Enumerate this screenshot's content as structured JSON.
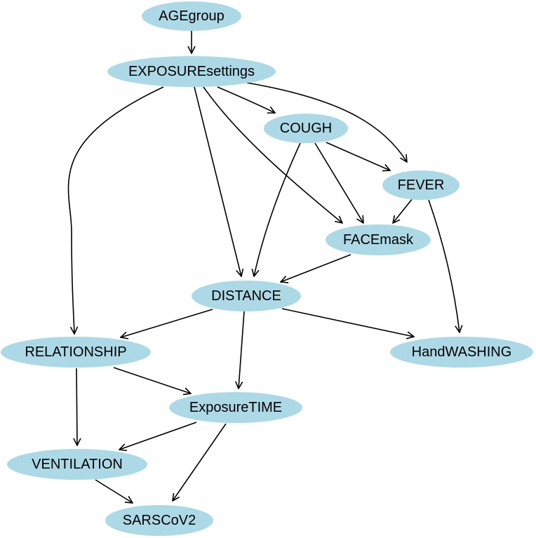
{
  "colors": {
    "node_fill": "#add8e6",
    "edge": "#000000",
    "background": "#ffffff"
  },
  "nodes": [
    {
      "id": "AGEgroup",
      "label": "AGEgroup"
    },
    {
      "id": "EXPOSUREsettings",
      "label": "EXPOSUREsettings"
    },
    {
      "id": "COUGH",
      "label": "COUGH"
    },
    {
      "id": "FEVER",
      "label": "FEVER"
    },
    {
      "id": "FACEmask",
      "label": "FACEmask"
    },
    {
      "id": "DISTANCE",
      "label": "DISTANCE"
    },
    {
      "id": "RELATIONSHIP",
      "label": "RELATIONSHIP"
    },
    {
      "id": "HandWASHING",
      "label": "HandWASHING"
    },
    {
      "id": "ExposureTIME",
      "label": "ExposureTIME"
    },
    {
      "id": "VENTILATION",
      "label": "VENTILATION"
    },
    {
      "id": "SARSCoV2",
      "label": "SARSCoV2"
    }
  ],
  "edges": [
    {
      "from": "AGEgroup",
      "to": "EXPOSUREsettings"
    },
    {
      "from": "EXPOSUREsettings",
      "to": "COUGH"
    },
    {
      "from": "EXPOSUREsettings",
      "to": "FEVER"
    },
    {
      "from": "EXPOSUREsettings",
      "to": "FACEmask"
    },
    {
      "from": "EXPOSUREsettings",
      "to": "DISTANCE"
    },
    {
      "from": "EXPOSUREsettings",
      "to": "RELATIONSHIP"
    },
    {
      "from": "COUGH",
      "to": "FEVER"
    },
    {
      "from": "COUGH",
      "to": "FACEmask"
    },
    {
      "from": "COUGH",
      "to": "DISTANCE"
    },
    {
      "from": "FEVER",
      "to": "FACEmask"
    },
    {
      "from": "FEVER",
      "to": "HandWASHING"
    },
    {
      "from": "FACEmask",
      "to": "DISTANCE"
    },
    {
      "from": "DISTANCE",
      "to": "RELATIONSHIP"
    },
    {
      "from": "DISTANCE",
      "to": "HandWASHING"
    },
    {
      "from": "DISTANCE",
      "to": "ExposureTIME"
    },
    {
      "from": "RELATIONSHIP",
      "to": "ExposureTIME"
    },
    {
      "from": "RELATIONSHIP",
      "to": "VENTILATION"
    },
    {
      "from": "ExposureTIME",
      "to": "VENTILATION"
    },
    {
      "from": "ExposureTIME",
      "to": "SARSCoV2"
    },
    {
      "from": "VENTILATION",
      "to": "SARSCoV2"
    }
  ]
}
